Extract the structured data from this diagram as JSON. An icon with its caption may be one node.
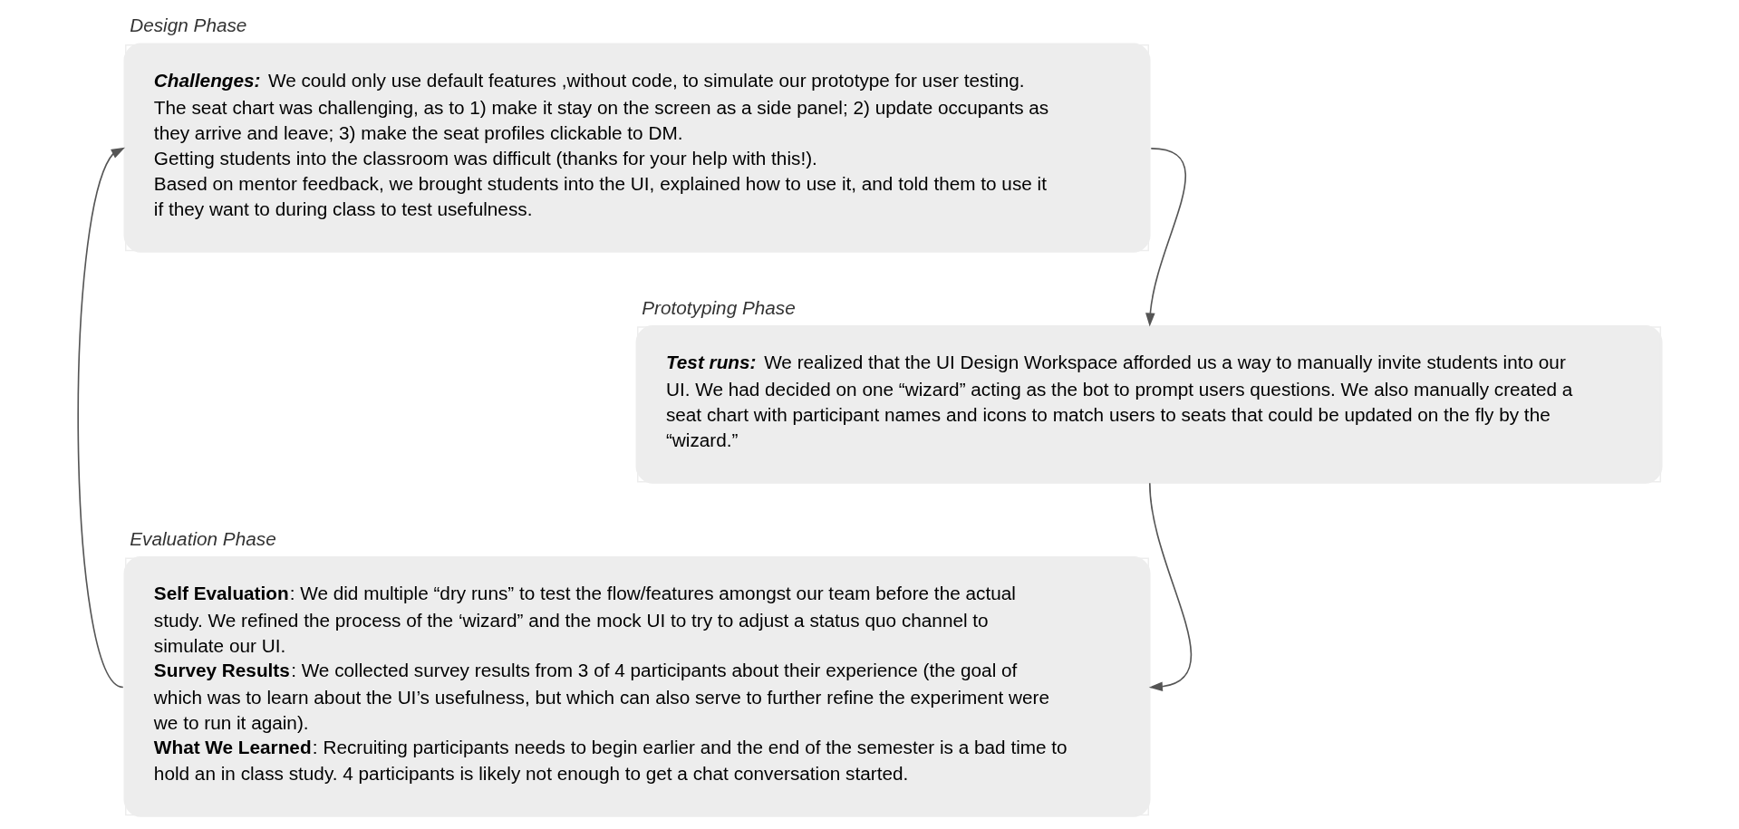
{
  "diagram": {
    "nodes": [
      {
        "text": [
          "Design Phase",
          "**Challenges:** We could only use default features ,without code, to simulate our prototype for user testing.",
          "The seat chart was challenging, as to 1) make it stay on the screen as a side panel; 2) update occupants as they arrive and leave; 3) make the seat profiles clickable to DM.",
          "Getting students into the classroom was difficult (thanks for your help with this!).",
          "Based on mentor feedback, we brought students into the UI, explained how to use it, and told them to use it if they want to during class to test usefulness."
        ]
      },
      {
        "text": [
          "Prototyping Phase",
          "**Test runs:** We realized that the UI Design Workspace afforded us a way to manually invite students into our UI. We had decided on one “wizard” acting as the bot to prompt users questions. We also manually created a seat chart with participant names and icons to match users to seats that could be updated on the fly by the “wizard.”"
        ]
      },
      {
        "text": [
          "Evaluation Phase",
          "**Self Evaluation**: We did multiple “dry runs” to test the flow/features amongst our team before the actual study. We refined the process of the ‘wizard” and the mock UI to try to adjust a status quo channel to simulate our UI.",
          "**Survey Results**: We collected survey results from 3 of 4 participants about their experience (the goal of which was to learn about the UI’s usefulness, but which can also serve to further refine the experiment were we to run it again).",
          "**What We Learned**: Recruiting participants needs to begin earlier and the end of the semester is a bad time to hold an in class study. 4 participants is likely not enough to get a chat conversation started."
        ]
      }
    ],
    "edges": [
      {
        "from": 0,
        "to": 1,
        "arrow": "to"
      },
      {
        "from": 1,
        "to": 2,
        "arrow": "to"
      },
      {
        "from": 2,
        "to": 0,
        "arrow": "to"
      }
    ]
  }
}
